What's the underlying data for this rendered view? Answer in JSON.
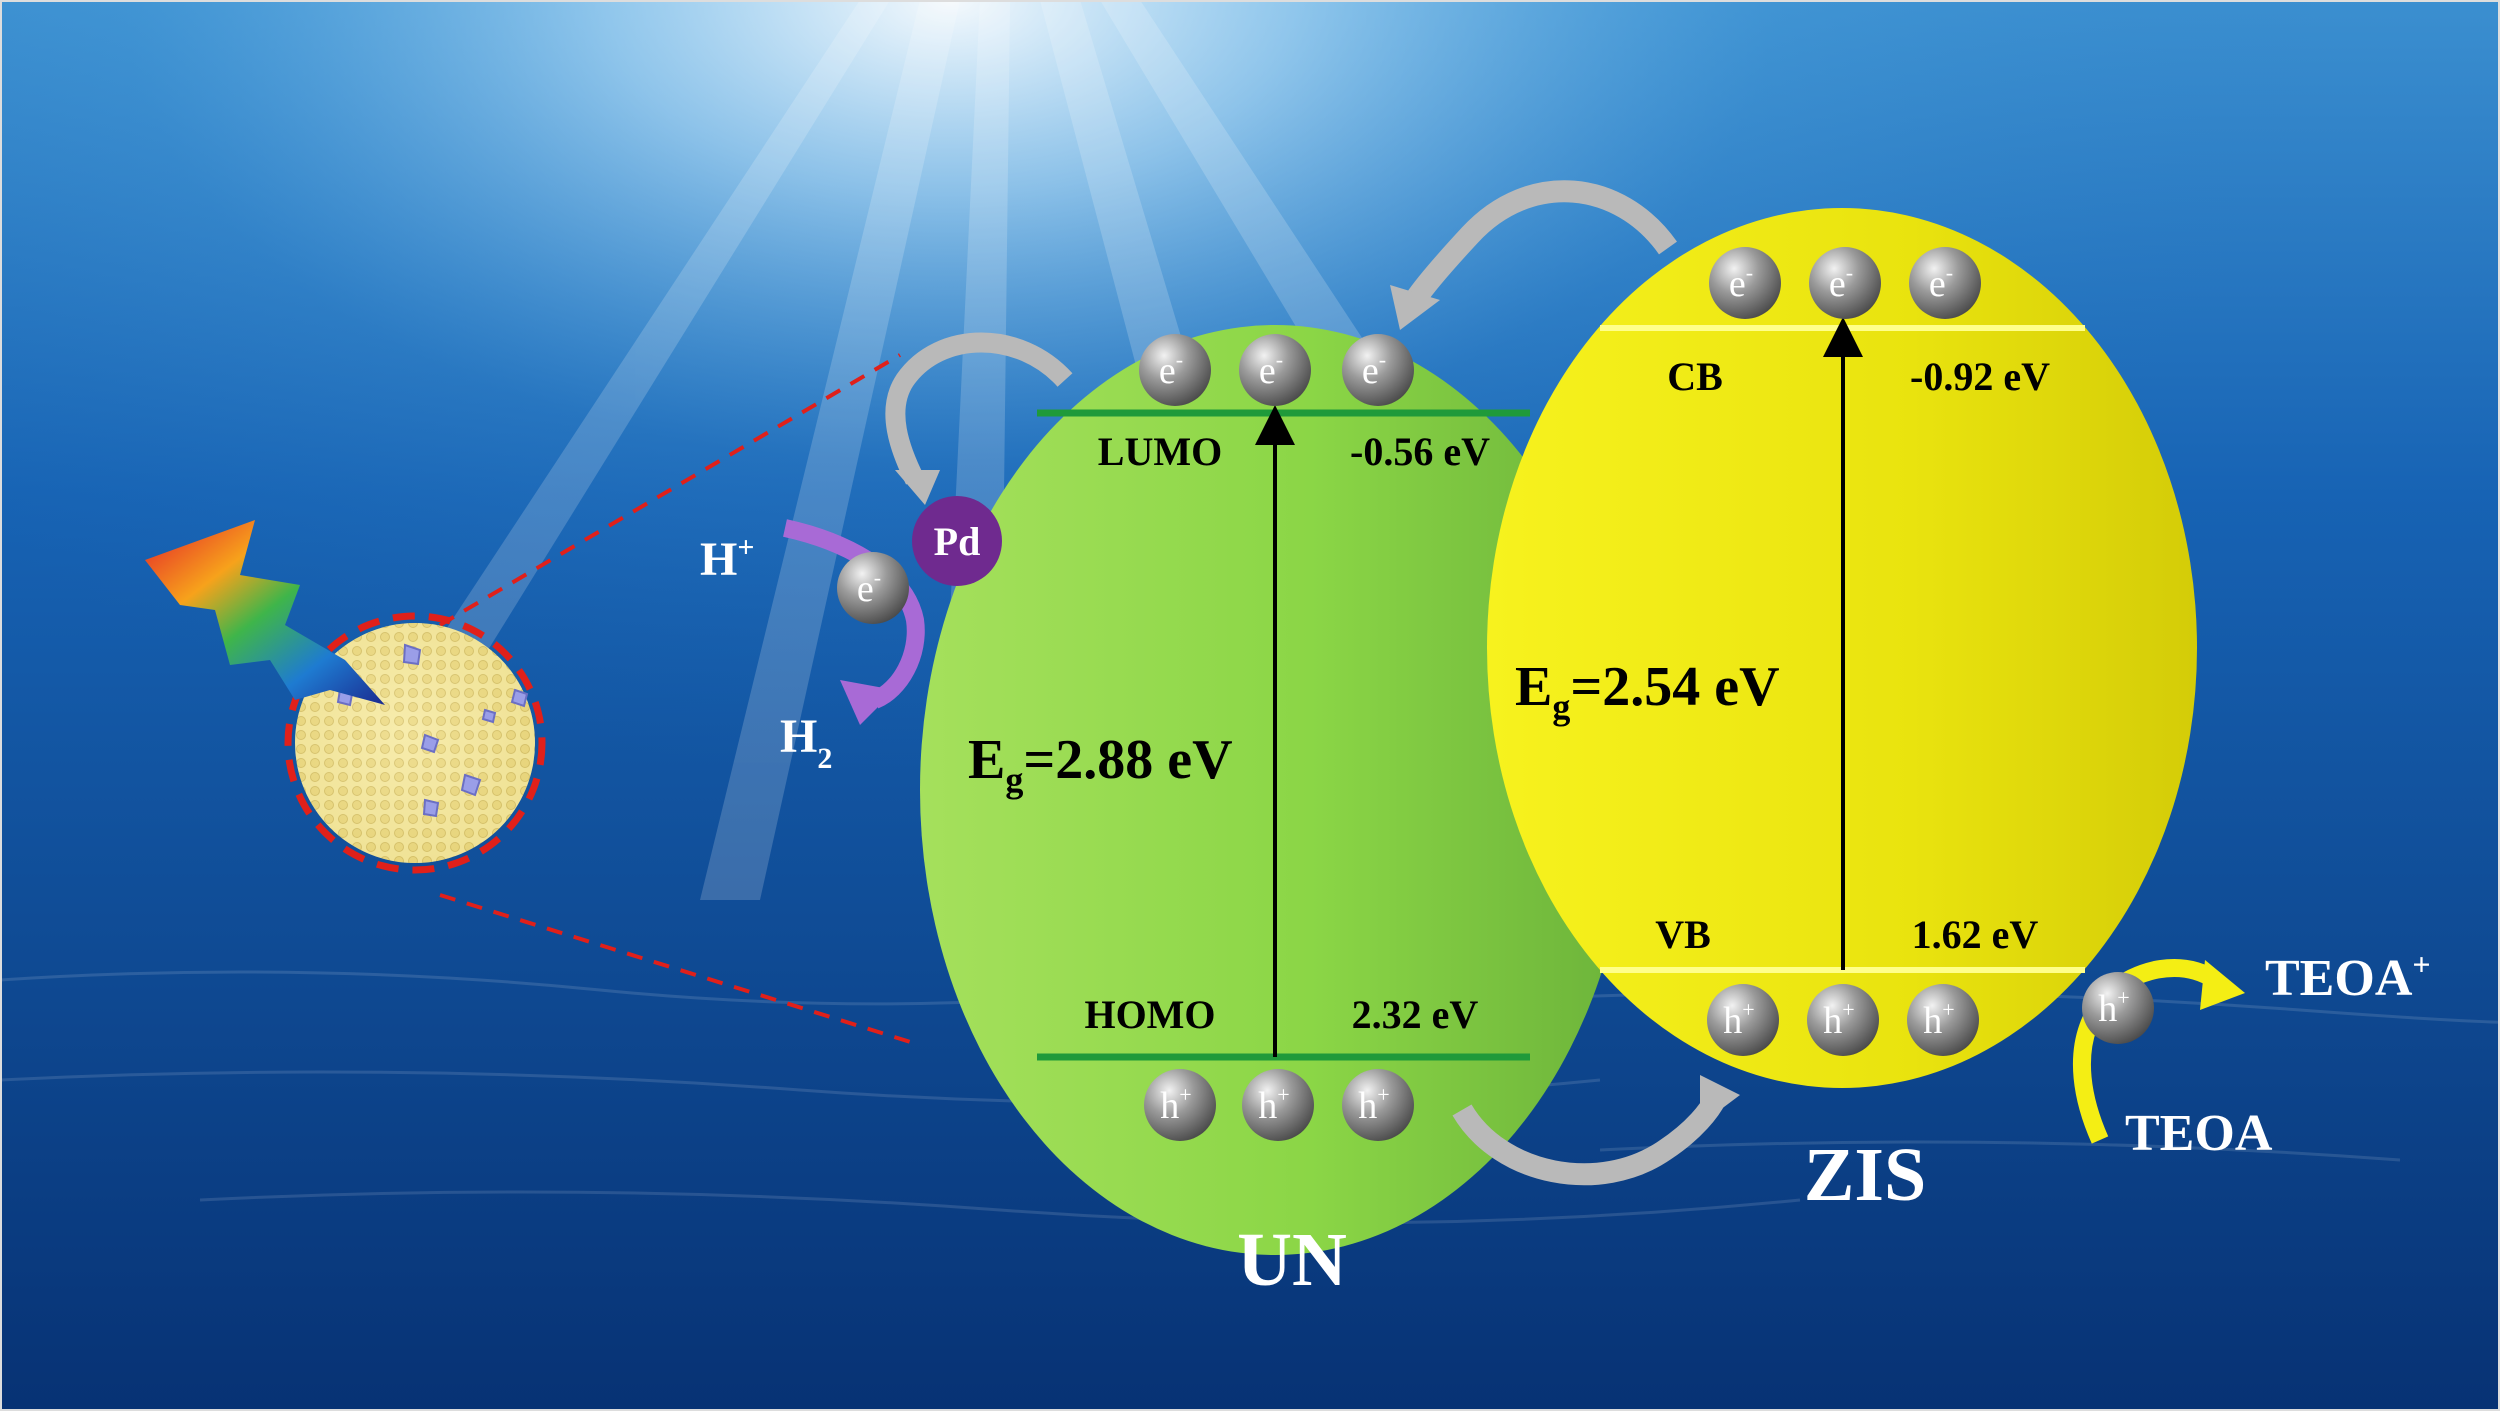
{
  "colors": {
    "un_fill": "#8fd84a",
    "zis_fill": "#f2ec10",
    "pd_fill": "#6f2a8f",
    "band_line_un": "#1f9a3a",
    "band_line_zis": "#ffff8a",
    "arrow_gray": "#b9b9b9",
    "arrow_purple": "#a86ad6",
    "arrow_yellow": "#f4ee14",
    "ocean_dark": "#0a3d86",
    "ocean_light": "#7cc6ee",
    "dashed_red": "#e0201a"
  },
  "un": {
    "name": "UN",
    "lumo_label": "LUMO",
    "lumo_value": "-0.56 eV",
    "homo_label": "HOMO",
    "homo_value": "2.32 eV",
    "eg_prefix": "E",
    "eg_sub": "g",
    "eg_value": "=2.88 eV",
    "electrons": [
      "e",
      "e",
      "e"
    ],
    "holes": [
      "h",
      "h",
      "h"
    ]
  },
  "zis": {
    "name": "ZIS",
    "cb_label": "CB",
    "cb_value": "-0.92 eV",
    "vb_label": "VB",
    "vb_value": "1.62 eV",
    "eg_prefix": "E",
    "eg_sub": "g",
    "eg_value": "=2.54 eV",
    "electrons": [
      "e",
      "e",
      "e"
    ],
    "holes": [
      "h",
      "h",
      "h"
    ]
  },
  "electron_charge": "-",
  "hole_charge": "+",
  "pd_label": "Pd",
  "cocatalyst_electron": "e",
  "h_plus": {
    "base": "H",
    "sup": "+"
  },
  "h2": {
    "base": "H",
    "sub": "2"
  },
  "sacrificial_hole": "h",
  "teoa_label": "TEOA",
  "teoa_plus": {
    "base": "TEOA",
    "sup": "+"
  }
}
